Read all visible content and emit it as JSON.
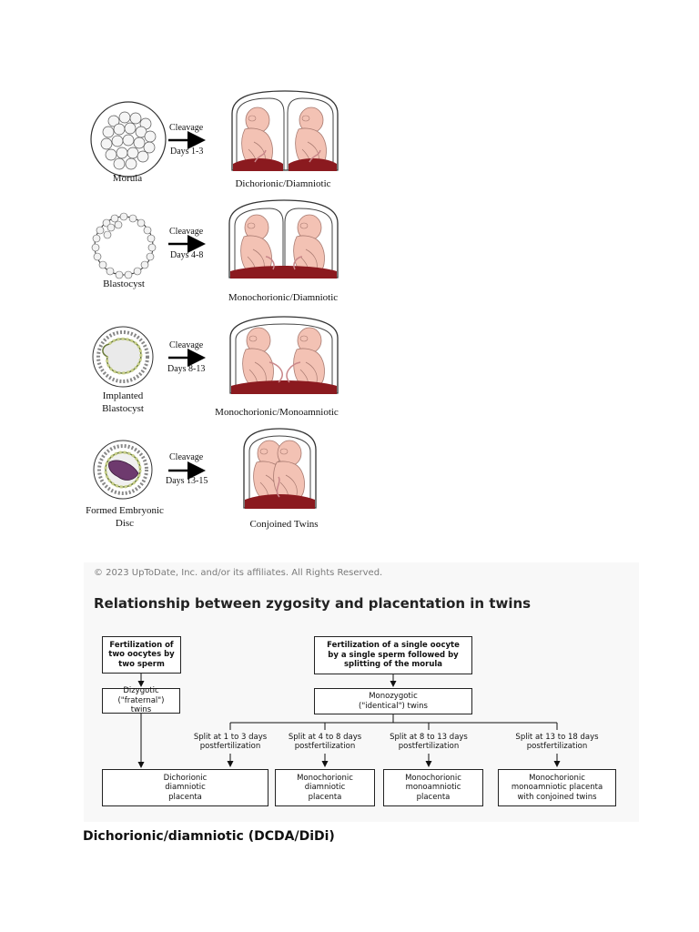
{
  "illustration": {
    "rows": [
      {
        "stage_label": "Morula",
        "cleavage": "Cleavage",
        "days": "Days 1-3",
        "outcome": "Dichorionic/Diamniotic"
      },
      {
        "stage_label": "Blastocyst",
        "cleavage": "Cleavage",
        "days": "Days 4-8",
        "outcome": "Monochorionic/Diamniotic"
      },
      {
        "stage_label": "Implanted Blastocyst",
        "cleavage": "Cleavage",
        "days": "Days 8-13",
        "outcome": "Monochorionic/Monoamniotic"
      },
      {
        "stage_label": "Formed Embryonic Disc",
        "cleavage": "Cleavage",
        "days": "Days 13-15",
        "outcome": "Conjoined Twins"
      }
    ],
    "colors": {
      "placenta": "#8b1a1f",
      "fetus": "#f3c2b4",
      "fetus_outline": "#a87a70",
      "cord": "#c9878a",
      "cell_yellow": "#c8d08a",
      "cell_purple": "#6e3a6e"
    }
  },
  "figure": {
    "copyright": "© 2023 UpToDate, Inc. and/or its affiliates. All Rights Reserved.",
    "title": "Relationship between zygosity and placentation in twins",
    "flow": {
      "dz_start": "Fertilization of two oocytes by two sperm",
      "mz_start": "Fertilization of a single oocyte by a single sperm followed by splitting of the morula",
      "dz_type": "Dizygotic (\"fraternal\") twins",
      "mz_type": "Monozygotic (\"identical\") twins",
      "splits": [
        "Split at 1 to 3 days postfertilization",
        "Split at 4 to 8 days postfertilization",
        "Split at 8 to 13 days postfertilization",
        "Split at 13 to 18 days postfertilization"
      ],
      "outcomes": [
        "Dichorionic diamniotic placenta",
        "Monochorionic diamniotic placenta",
        "Monochorionic monoamniotic placenta",
        "Monochorionic monoamniotic placenta with conjoined twins"
      ]
    }
  },
  "section_heading": "Dichorionic/diamniotic (DCDA/DiDi)"
}
